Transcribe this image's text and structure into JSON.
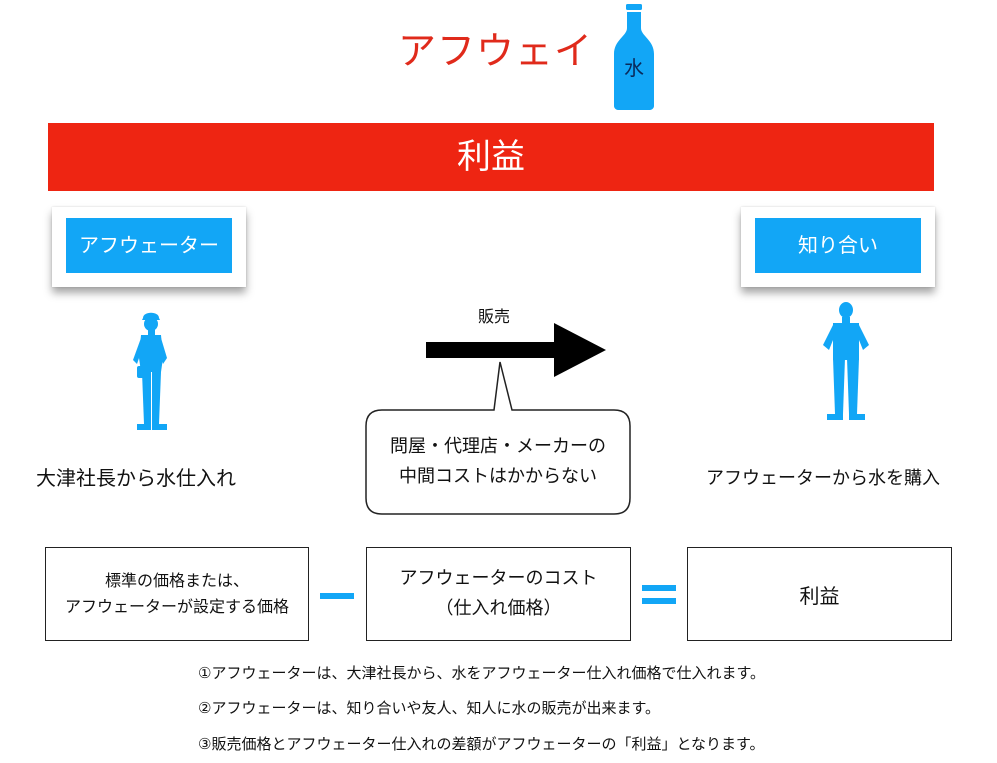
{
  "title": "アフウェイ",
  "bottle": {
    "label": "水",
    "color": "#12a6f6"
  },
  "profit_bar": {
    "label": "利益",
    "color": "#ee2512"
  },
  "cards": {
    "left": "アフウェーター",
    "right": "知り合い"
  },
  "people": {
    "left_caption": "大津社長から水仕入れ",
    "right_caption": "アフウェーターから水を購入"
  },
  "arrow": {
    "label": "販売"
  },
  "callout": {
    "line1": "問屋・代理店・メーカーの",
    "line2": "中間コストはかからない"
  },
  "formula": {
    "box1_line1": "標準の価格または、",
    "box1_line2": "アフウェーターが設定する価格",
    "box2_line1": "アフウェーターのコスト",
    "box2_line2": "（仕入れ価格）",
    "box3": "利益"
  },
  "notes": [
    "①アフウェーターは、大津社長から、水をアフウェーター仕入れ価格で仕入れます。",
    "②アフウェーターは、知り合いや友人、知人に水の販売が出来ます。",
    "③販売価格とアフウェーター仕入れの差額がアフウェーターの「利益」となります。"
  ],
  "accent_color": "#12a6f6"
}
